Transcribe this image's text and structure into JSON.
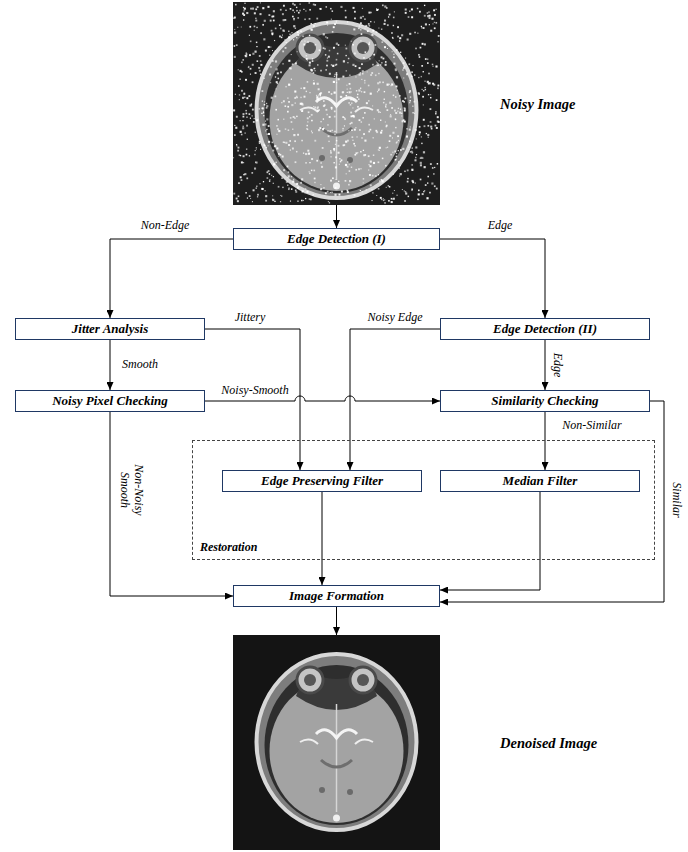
{
  "diagram": {
    "nodes": [
      {
        "text": [
          "Noisy Image"
        ]
      },
      {
        "text": [
          "Edge Detection (I)"
        ]
      },
      {
        "text": [
          "Jitter Analysis"
        ]
      },
      {
        "text": [
          "Edge Detection (II)"
        ]
      },
      {
        "text": [
          "Noisy Pixel Checking"
        ]
      },
      {
        "text": [
          "Similarity Checking"
        ]
      },
      {
        "text": [
          "Restoration"
        ]
      },
      {
        "text": [
          "Edge Preserving Filter"
        ],
        "in": 6
      },
      {
        "text": [
          "Median Filter"
        ],
        "in": 6
      },
      {
        "text": [
          "Image Formation"
        ]
      },
      {
        "text": [
          "Denoised Image"
        ]
      }
    ],
    "edges": [
      {
        "from": 0,
        "to": 1,
        "arrow": "to"
      },
      {
        "from": 1,
        "to": 2,
        "label": "Non-Edge",
        "arrow": "to"
      },
      {
        "from": 1,
        "to": 3,
        "label": "Edge",
        "arrow": "to"
      },
      {
        "from": 2,
        "to": 4,
        "label": "Smooth",
        "arrow": "to"
      },
      {
        "from": 2,
        "to": 7,
        "label": "Jittery",
        "arrow": "to"
      },
      {
        "from": 3,
        "to": 7,
        "label": "Noisy Edge",
        "arrow": "to"
      },
      {
        "from": 3,
        "to": 5,
        "label": "Edge",
        "arrow": "to"
      },
      {
        "from": 4,
        "to": 5,
        "label": "Noisy-Smooth",
        "arrow": "to"
      },
      {
        "from": 4,
        "to": 9,
        "label": "Non-Noisy Smooth",
        "arrow": "to"
      },
      {
        "from": 5,
        "to": 8,
        "label": "Non-Similar",
        "arrow": "to"
      },
      {
        "from": 5,
        "to": 9,
        "label": "Similar",
        "arrow": "to"
      },
      {
        "from": 7,
        "to": 9,
        "arrow": "to"
      },
      {
        "from": 8,
        "to": 9,
        "arrow": "to"
      },
      {
        "from": 9,
        "to": 10,
        "arrow": "to"
      }
    ]
  }
}
